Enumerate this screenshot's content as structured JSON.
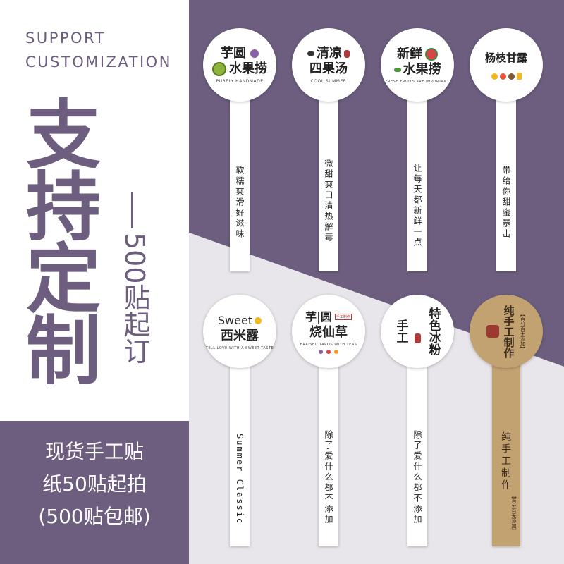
{
  "header": {
    "en_line1": "SUPPORT",
    "en_line2": "CUSTOMIZATION",
    "title_chars": [
      "支",
      "持",
      "定",
      "制"
    ],
    "min_order": "500贴起订"
  },
  "offer": {
    "line1": "现货手工贴",
    "line2": "纸50贴起拍",
    "line3": "(500贴包邮)"
  },
  "stickers": [
    {
      "head_line1": "芋圆",
      "head_line2": "水果捞",
      "head_sub": "PURELY HANDMADE",
      "body": "软糯爽滑好滋味"
    },
    {
      "head_line1": "清凉",
      "head_line2": "四果汤",
      "head_sub": "COOL SUMMER",
      "body": "微甜爽口清热解毒"
    },
    {
      "head_line1": "新鲜",
      "head_line2": "水果捞",
      "head_sub": "FRESH FRUITS ARE IMPORTANT",
      "body": "让每天都新鲜一点"
    },
    {
      "head_line1": "杨枝甘露",
      "head_line2": "",
      "head_sub": "",
      "body": "带给你甜蜜暴击"
    },
    {
      "head_line1": "Sweet",
      "head_line2": "西米露",
      "head_sub": "TELL LOVE WITH A SWEET TASTE",
      "body": "Summer Classic"
    },
    {
      "head_line1": "芋|圆",
      "head_line2": "烧仙草",
      "head_sub": "BRAISED TAROS WITH TEAS",
      "head_tag": "手工制作",
      "body": "除了爱什么都不添加"
    },
    {
      "head_line1": "手工",
      "head_line2": "特色冰粉",
      "head_sub": "",
      "body": "除了爱什么都不添加"
    },
    {
      "head_line1": "纯手工制作",
      "head_line2": "",
      "head_sub": "【百分百无添加】",
      "body": "纯手工制作",
      "body_sub": "【百分百无添加】"
    }
  ],
  "colors": {
    "brand_purple": "#6d5e80",
    "light_gray": "#e8e6eb",
    "kraft": "#c3a272"
  }
}
